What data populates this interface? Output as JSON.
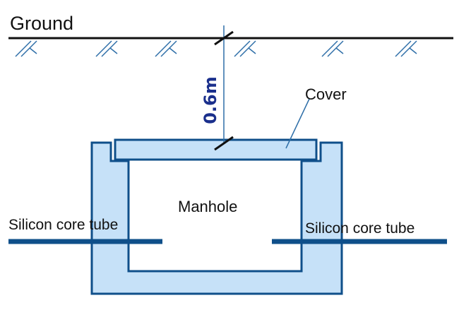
{
  "labels": {
    "ground": "Ground",
    "depth": "0.6m",
    "cover": "Cover",
    "manhole": "Manhole",
    "tube_left": "Silicon core tube",
    "tube_right": "Silicon core tube"
  },
  "colors": {
    "line": "#0f4f8a",
    "fill": "#c6e1f8",
    "ground": "#111111",
    "dimension_text": "#1a2f8c",
    "hatch": "#2f6fa8"
  }
}
